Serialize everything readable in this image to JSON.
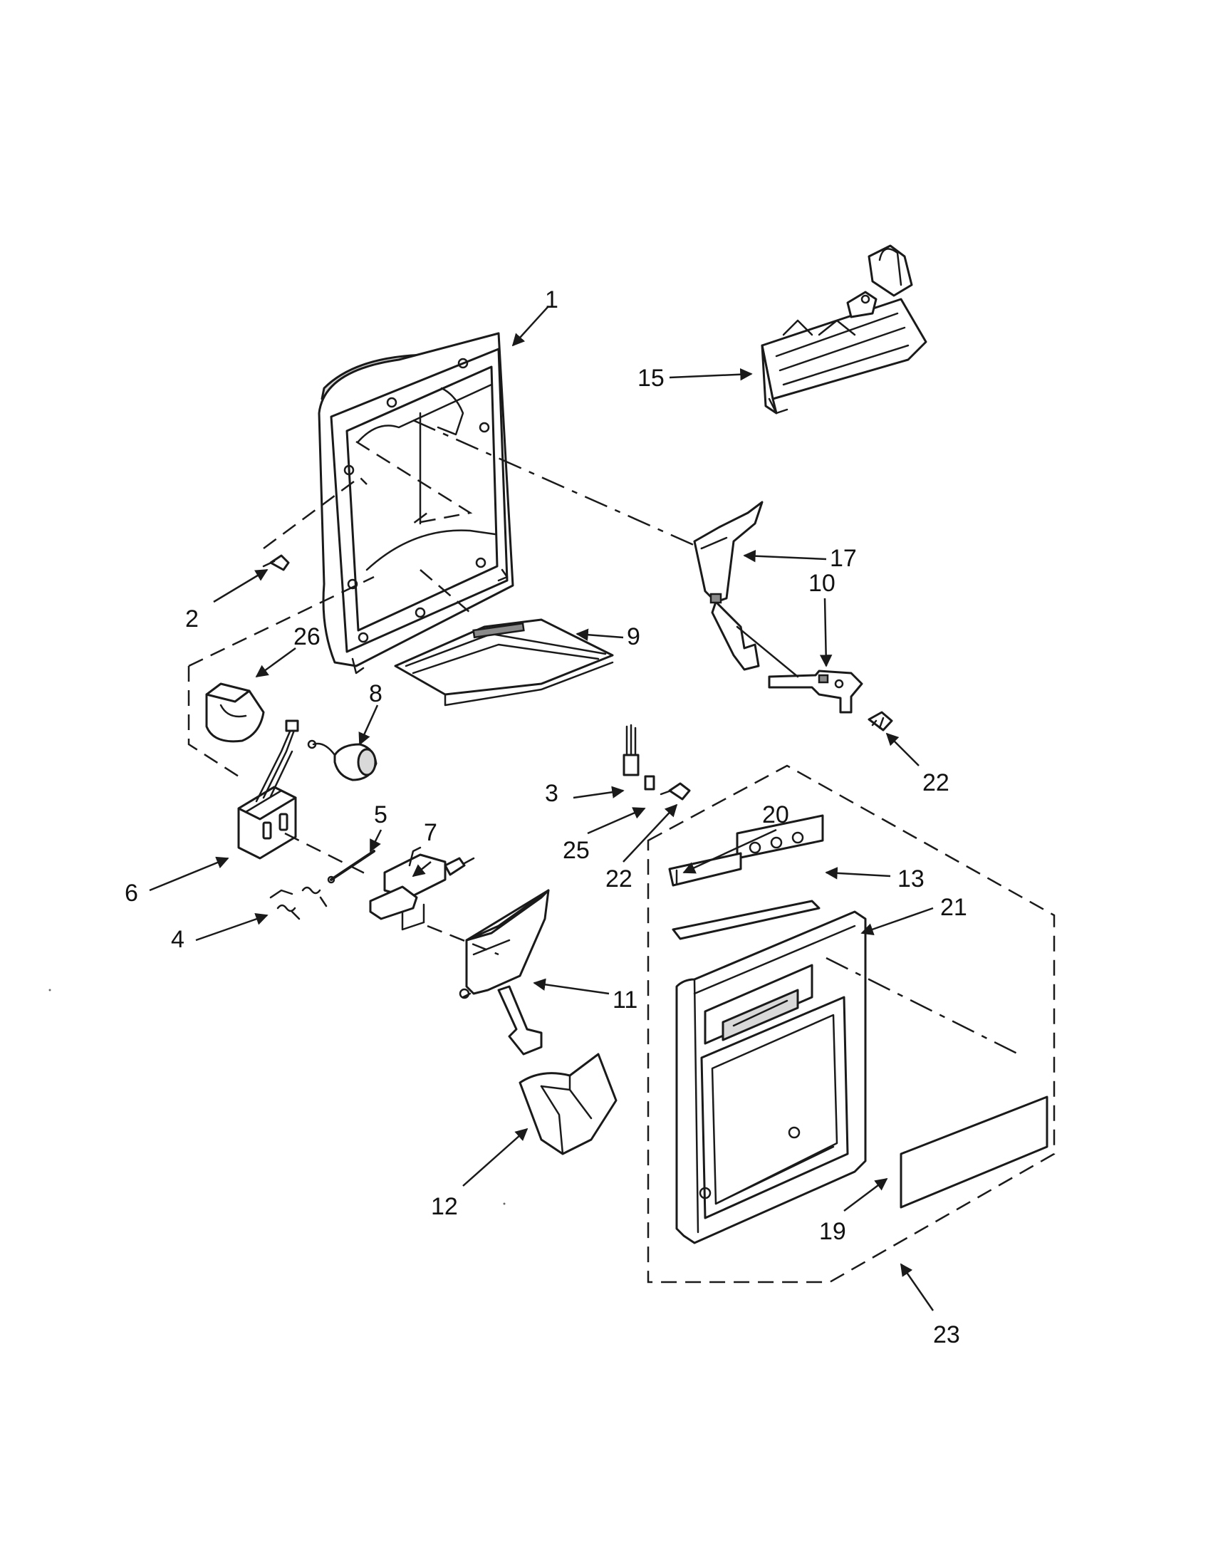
{
  "colors": {
    "ink": "#1a1a1a",
    "paper": "#ffffff",
    "shade": "#d9d9d9"
  },
  "callouts": [
    {
      "id": "c1",
      "label": "1"
    },
    {
      "id": "c2",
      "label": "2"
    },
    {
      "id": "c3",
      "label": "3"
    },
    {
      "id": "c4",
      "label": "4"
    },
    {
      "id": "c5",
      "label": "5"
    },
    {
      "id": "c6",
      "label": "6"
    },
    {
      "id": "c7",
      "label": "7"
    },
    {
      "id": "c8",
      "label": "8"
    },
    {
      "id": "c9",
      "label": "9"
    },
    {
      "id": "c10",
      "label": "10"
    },
    {
      "id": "c11",
      "label": "11"
    },
    {
      "id": "c12",
      "label": "12"
    },
    {
      "id": "c13",
      "label": "13"
    },
    {
      "id": "c15",
      "label": "15"
    },
    {
      "id": "c17",
      "label": "17"
    },
    {
      "id": "c19",
      "label": "19"
    },
    {
      "id": "c20",
      "label": "20"
    },
    {
      "id": "c21",
      "label": "21"
    },
    {
      "id": "c22a",
      "label": "22"
    },
    {
      "id": "c22b",
      "label": "22"
    },
    {
      "id": "c23",
      "label": "23"
    },
    {
      "id": "c25",
      "label": "25"
    },
    {
      "id": "c26",
      "label": "26"
    }
  ]
}
